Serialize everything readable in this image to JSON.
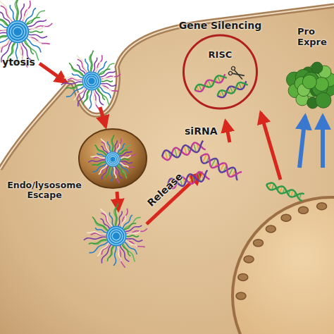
{
  "diagram": {
    "nodes": [
      {
        "text": [
          "Gene Silencing",
          "RISC"
        ]
      }
    ],
    "labels": [
      "ytosis",
      "Endo/lysosome Escape",
      "Release",
      "siRNA",
      "Pro Expre"
    ]
  }
}
